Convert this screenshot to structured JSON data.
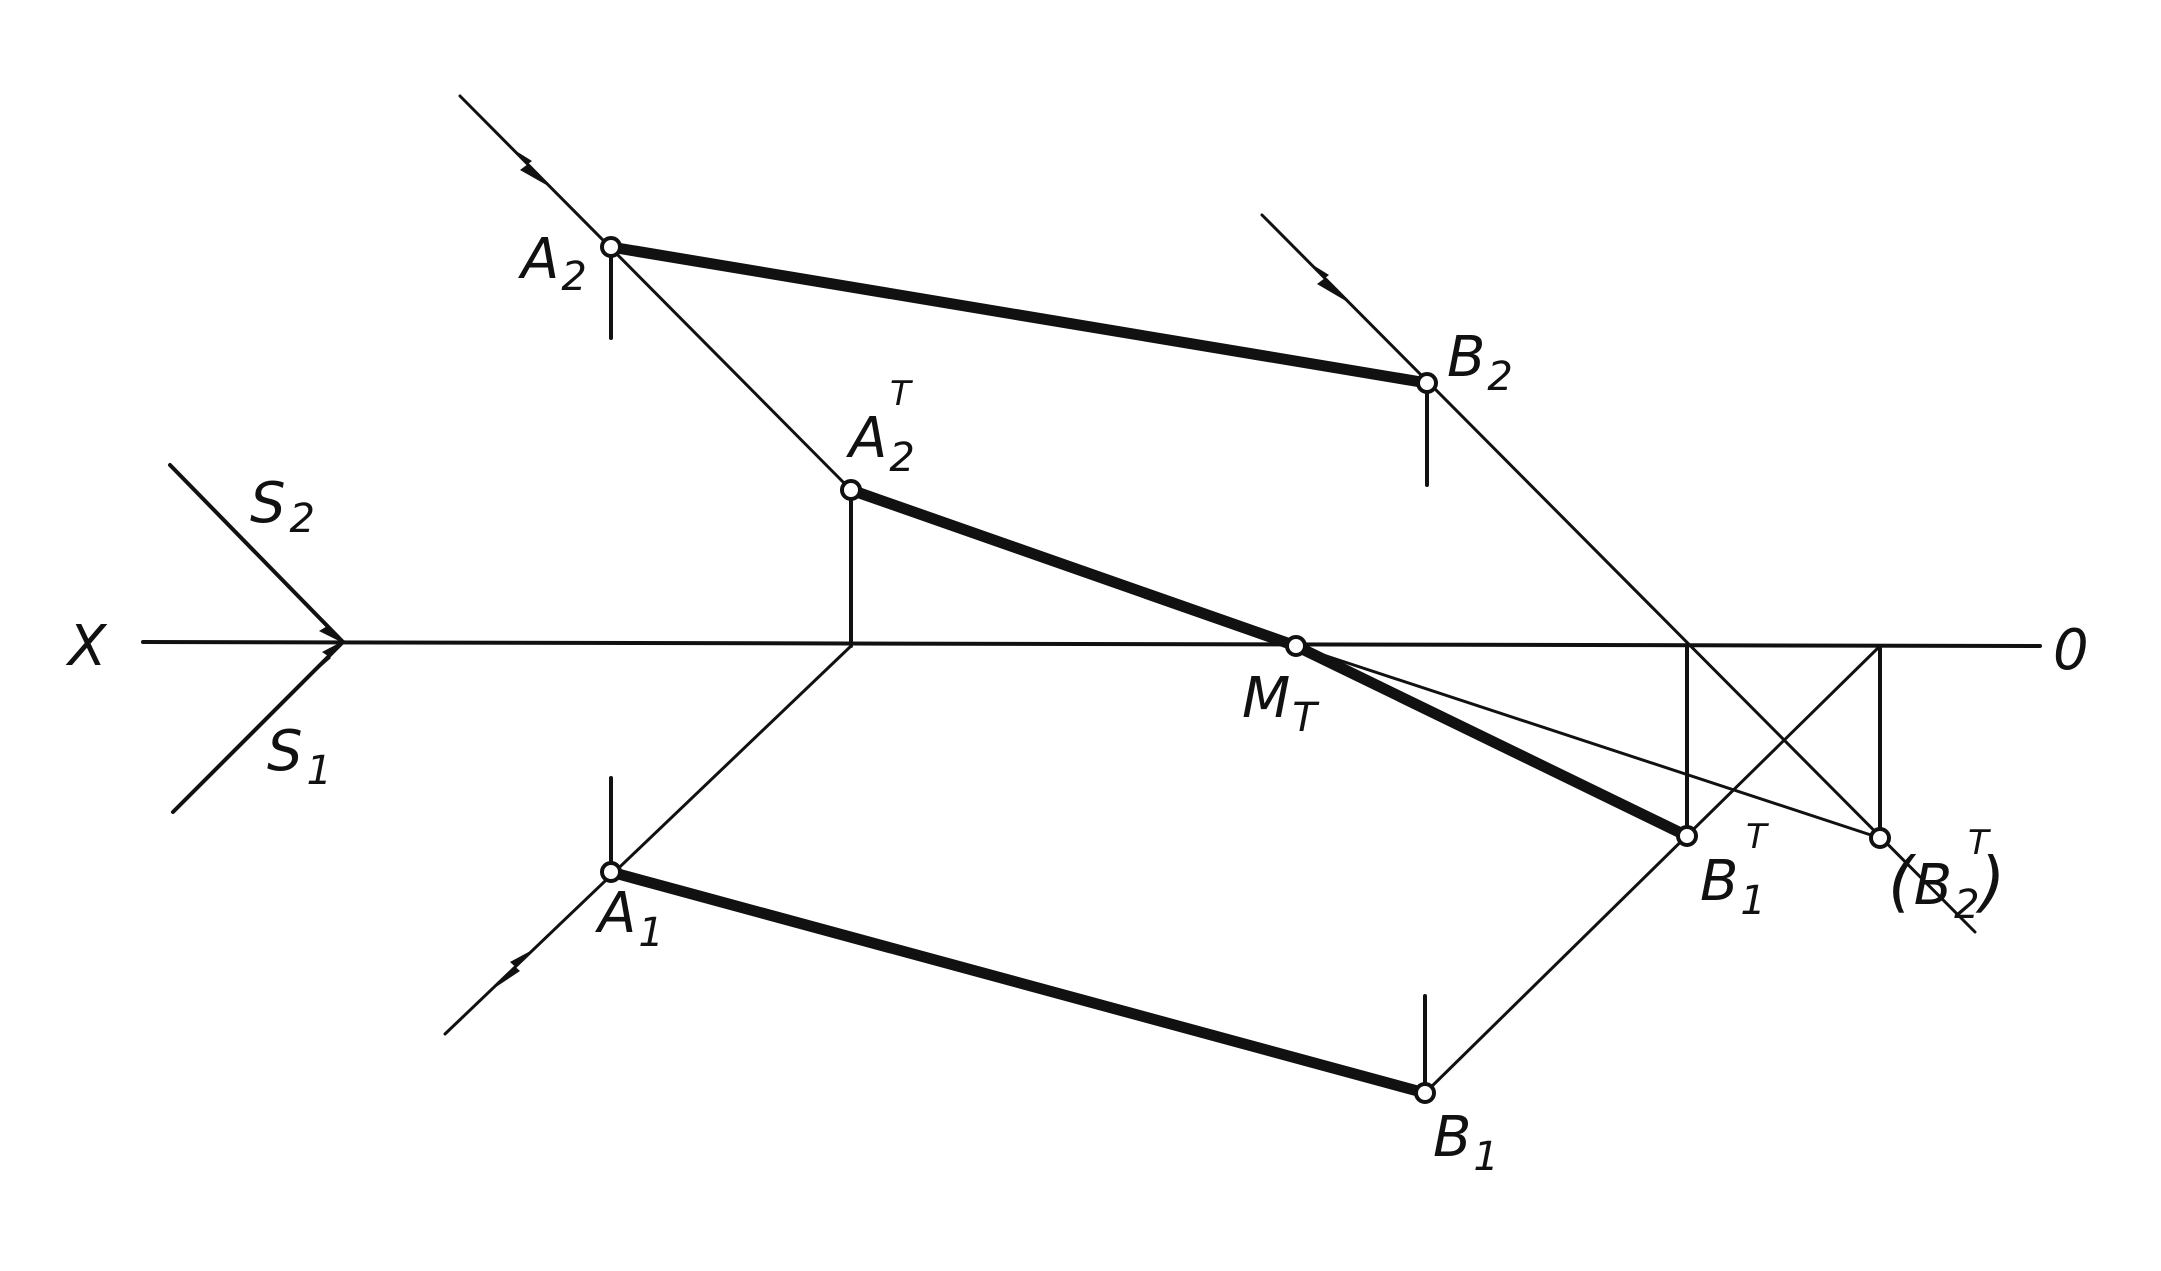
{
  "axis": {
    "left_label": "X",
    "right_label": "0"
  },
  "directions": {
    "s2": {
      "letter": "S",
      "index": "2"
    },
    "s1": {
      "letter": "S",
      "index": "1"
    }
  },
  "points": {
    "a2": {
      "letter": "A",
      "index": "2"
    },
    "b2": {
      "letter": "B",
      "index": "2"
    },
    "a2t": {
      "letter": "A",
      "index": "2",
      "sup": "T"
    },
    "mt": {
      "letter": "M",
      "index": "T"
    },
    "a1": {
      "letter": "A",
      "index": "1"
    },
    "b1": {
      "letter": "B",
      "index": "1"
    },
    "b1t": {
      "letter": "B",
      "index": "1",
      "sup": "T"
    },
    "b2t": {
      "letter": "B",
      "index": "2",
      "sup": "T",
      "open": "(",
      "close": ")"
    }
  }
}
